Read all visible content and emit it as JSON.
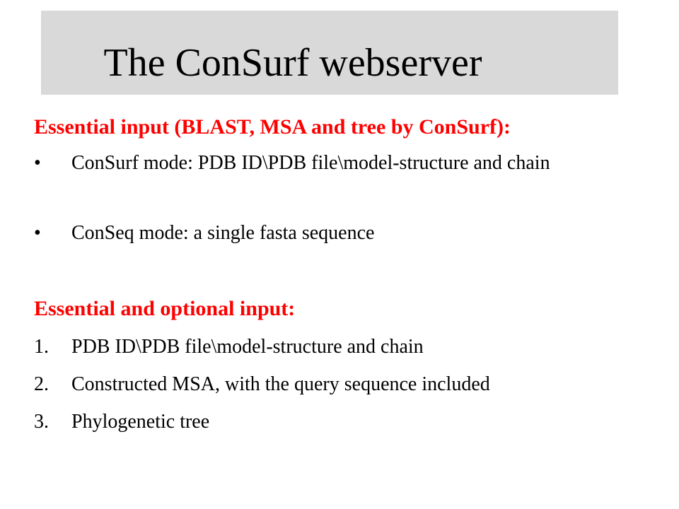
{
  "slide": {
    "title": "The ConSurf webserver",
    "accent_color": "#ff0000",
    "title_bg_color": "#d9d9d9",
    "section1": {
      "heading": "Essential input (BLAST, MSA and tree by ConSurf):",
      "bullet_symbol": "•",
      "items": [
        "ConSurf mode: PDB ID\\PDB file\\model-structure and chain",
        "ConSeq mode: a single fasta sequence"
      ]
    },
    "section2": {
      "heading": "Essential and optional input:",
      "items": [
        {
          "number": "1.",
          "text": "PDB ID\\PDB file\\model-structure and chain"
        },
        {
          "number": "2.",
          "text": "Constructed MSA, with the query sequence included"
        },
        {
          "number": "3.",
          "text": "Phylogenetic tree"
        }
      ]
    }
  }
}
